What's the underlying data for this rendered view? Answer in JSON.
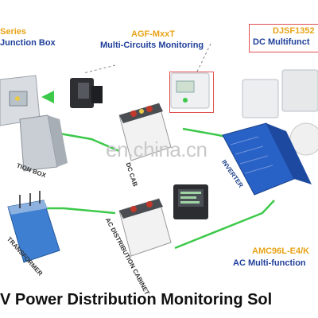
{
  "labels": {
    "series": "Series",
    "junction_box": "Junction Box",
    "agf_model": "AGF-MxxT",
    "agf_desc": "Multi-Circuits Monitoring",
    "djsf_model": "DJSF1352",
    "djsf_desc": "DC Multifunct",
    "amc_model": "AMC96L-E4/K",
    "amc_desc": "AC Multi-function",
    "tion_box": "TION BOX",
    "inverter": "INVERTER",
    "transformer": "TRANSFORMER",
    "ac_cabinet": "AC DISTRIBUTION CABINET",
    "dc_cabinet": "DC CAB"
  },
  "watermark": "en.china.cn",
  "title": "V Power Distribution Monitoring Sol",
  "colors": {
    "accent": "#e8a317",
    "navy": "#1f3f9a",
    "flow": "#3cc94a",
    "border": "#e05050"
  }
}
